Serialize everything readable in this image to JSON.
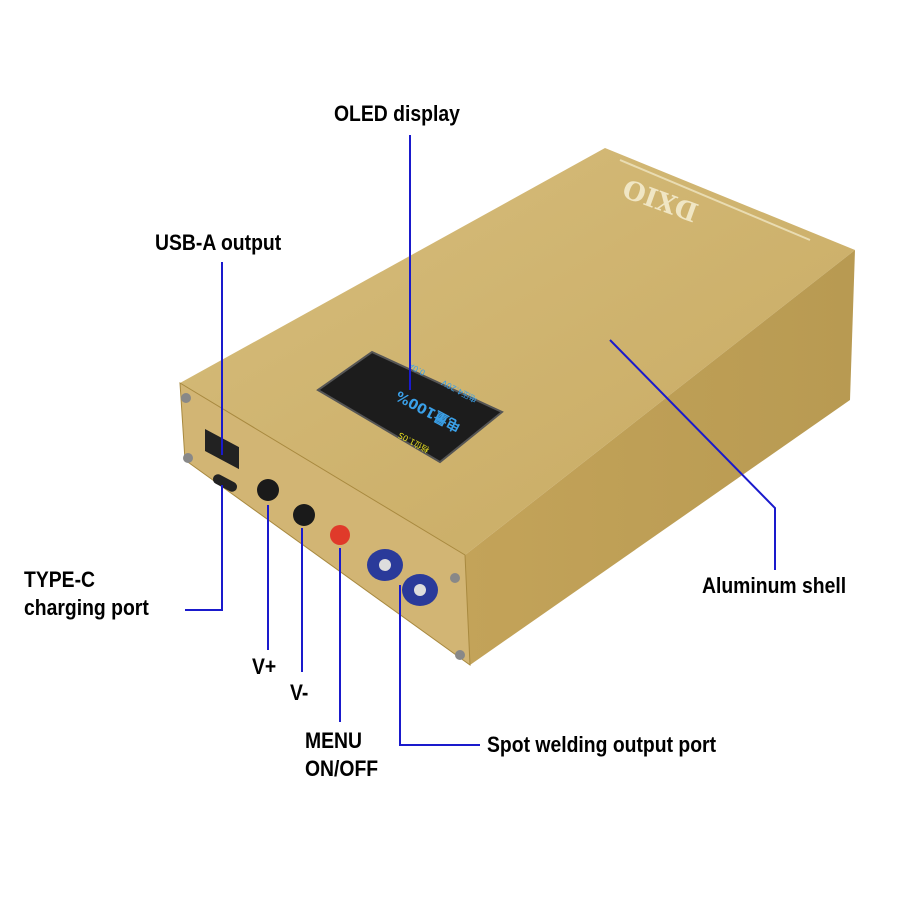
{
  "labels": {
    "oled": "OLED display",
    "usb_a": "USB-A output",
    "type_c_line1": "TYPE-C",
    "type_c_line2": "charging port",
    "v_plus": "V+",
    "v_minus": "V-",
    "menu_line1": "MENU",
    "menu_line2": "ON/OFF",
    "spot_weld": "Spot welding output port",
    "shell": "Aluminum shell"
  },
  "brand_logo": "DXIO",
  "display": {
    "battery": "电量100%",
    "voltage": "电压4.20V",
    "current": "0.0A",
    "line3": "档位1.0S"
  },
  "colors": {
    "shell": "#cdb06a",
    "leader_line": "#1a1acc",
    "display_text_yellow": "#e8e020",
    "display_text_blue": "#3aa0e8",
    "button_red": "#e03a2a",
    "port_blue": "#2a3a9a"
  }
}
